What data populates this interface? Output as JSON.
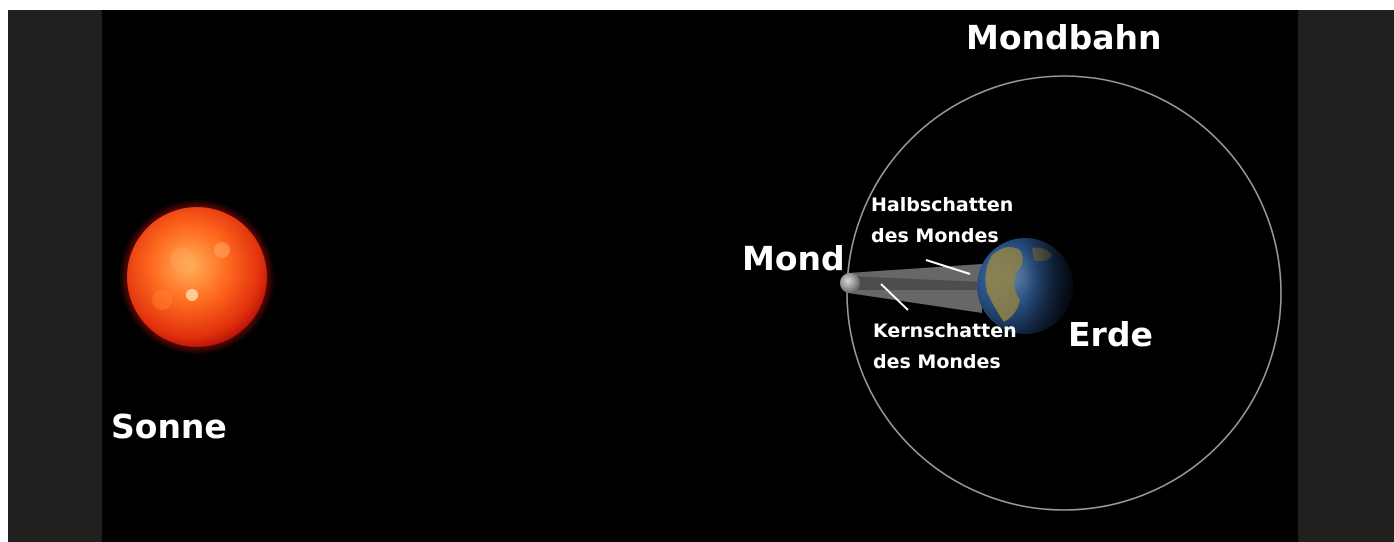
{
  "labels": {
    "sun": "Sonne",
    "moon": "Mond",
    "earth": "Erde",
    "orbit": "Mondbahn",
    "penumbra": [
      "Halbschatten",
      "des Mondes"
    ],
    "umbra": [
      "Kernschatten",
      "des Mondes"
    ]
  },
  "colors": {
    "background": "#000000",
    "frame": "#221f1f",
    "sun": "#ff5a1a",
    "sun_glow": "#b8100a",
    "orbit": "#9a9a9a",
    "earth_land": "#9a8a4a",
    "earth_ocean": "#1f4f8a",
    "moon": "#b0b0b0",
    "penumbra": "#8a8a8a",
    "umbra": "#4a4a4a",
    "text": "#ffffff"
  }
}
